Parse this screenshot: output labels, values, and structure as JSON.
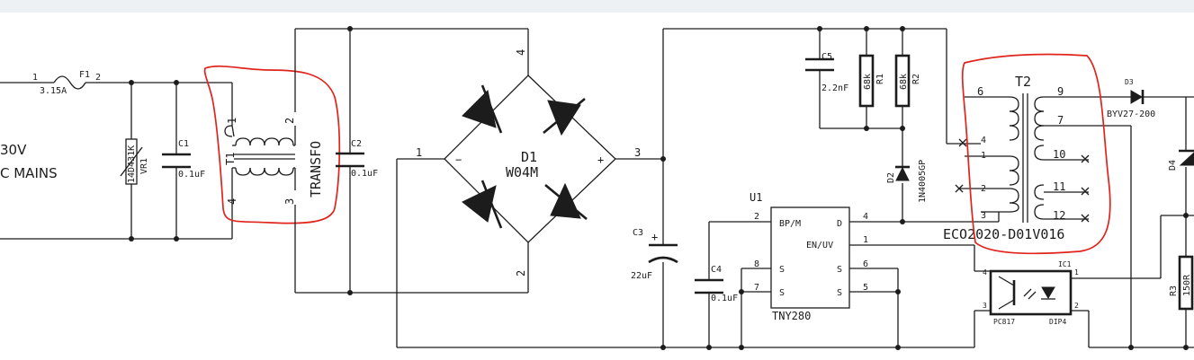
{
  "mains": {
    "line1": "30V",
    "line2": "C MAINS"
  },
  "fuse": {
    "ref": "F1",
    "rating": "3.15A",
    "pin1": "1",
    "pin2": "2"
  },
  "varistor": {
    "ref": "VR1",
    "value": "14D431K"
  },
  "c1": {
    "ref": "C1",
    "value": "0.1uF"
  },
  "transformer_t1": {
    "ref": "T1",
    "name": "TRANSFO",
    "pins": [
      "1",
      "2",
      "3",
      "4"
    ]
  },
  "c2": {
    "ref": "C2",
    "value": "0.1uF"
  },
  "bridge": {
    "ref": "D1",
    "value": "W04M",
    "pins": [
      "1",
      "2",
      "3",
      "4"
    ],
    "minus": "−",
    "plus": "+"
  },
  "c3": {
    "ref": "C3",
    "value": "22uF",
    "plus": "+"
  },
  "c4": {
    "ref": "C4",
    "value": "0.1uF"
  },
  "u1": {
    "ref": "U1",
    "value": "TNY280",
    "pin_bp": "BP/M",
    "pin_d": "D",
    "pin_en": "EN/UV",
    "pin_s": "S",
    "pins": [
      "2",
      "4",
      "1",
      "8",
      "6",
      "7",
      "5"
    ]
  },
  "c5": {
    "ref": "C5",
    "value": "2.2nF"
  },
  "r1": {
    "ref": "R1",
    "value": "68k"
  },
  "r2": {
    "ref": "R2",
    "value": "68k"
  },
  "d2": {
    "ref": "D2",
    "value": "1N4005GP"
  },
  "t2": {
    "ref": "T2",
    "part": "ECO2020-D01V016",
    "pins": [
      "6",
      "4",
      "1",
      "2",
      "3",
      "9",
      "7",
      "10",
      "11",
      "12"
    ]
  },
  "d3": {
    "ref": "D3",
    "value": "BYV27-200"
  },
  "d4": {
    "ref": "D4"
  },
  "ic1": {
    "ref": "IC1",
    "value": "PC817",
    "package": "DIP4",
    "pins": [
      "4",
      "1",
      "3",
      "2"
    ]
  },
  "r3": {
    "ref": "R3",
    "value": "150R"
  }
}
